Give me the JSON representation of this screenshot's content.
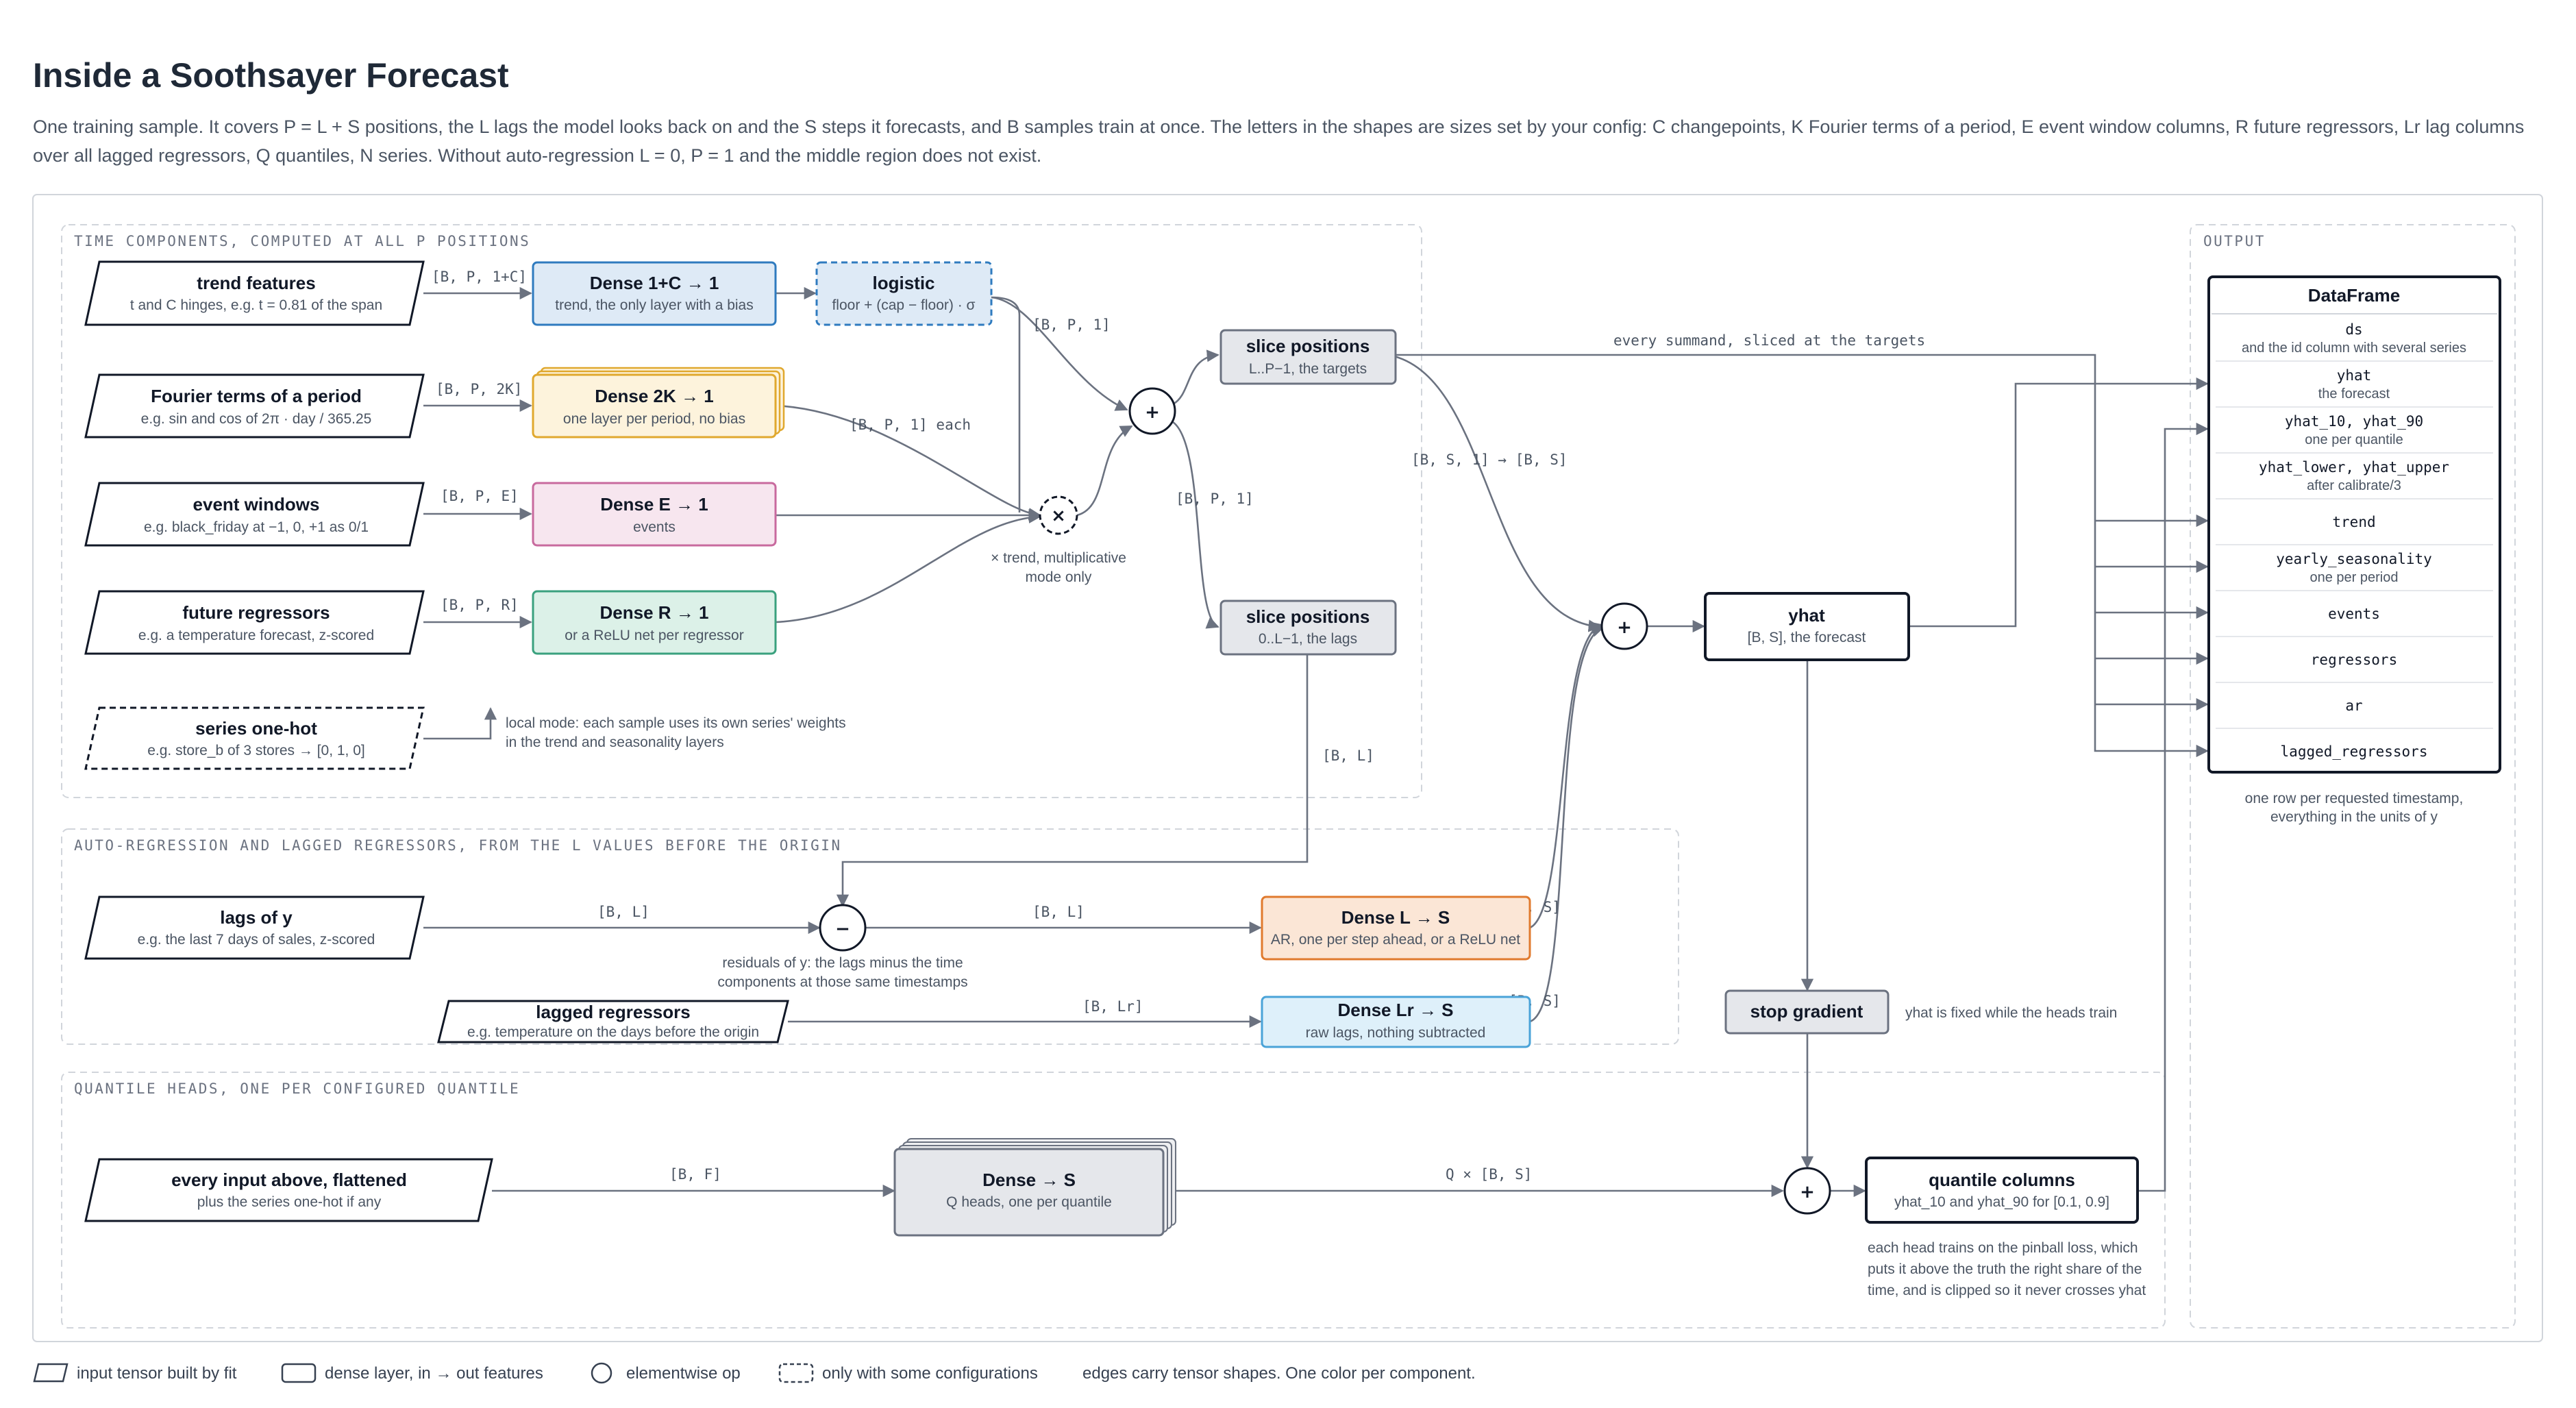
{
  "title": "Inside a Soothsayer Forecast",
  "intro": [
    "One training sample. It covers P = L + S positions, the L lags the model looks back on and the S steps it forecasts, and B samples train at once. The letters in the shapes are sizes set by your config: C changepoints, K Fourier terms of a period, E event window columns, R future regressors, Lr lag columns",
    "over all lagged regressors, Q quantiles, N series. Without auto-regression L = 0, P = 1 and the middle region does not exist."
  ],
  "sections": {
    "time": "TIME COMPONENTS, COMPUTED AT ALL P POSITIONS",
    "ar": "AUTO-REGRESSION AND LAGGED REGRESSORS, FROM THE L VALUES BEFORE THE ORIGIN",
    "quantile": "QUANTILE HEADS, ONE PER CONFIGURED QUANTILE",
    "output": "OUTPUT"
  },
  "inputs": {
    "trend": {
      "title": "trend features",
      "sub": "t and C hinges, e.g. t = 0.81 of the span"
    },
    "fourier": {
      "title": "Fourier terms of a period",
      "sub": "e.g. sin and cos of 2π · day / 365.25"
    },
    "events": {
      "title": "event windows",
      "sub": "e.g. black_friday at −1, 0, +1 as 0/1"
    },
    "future": {
      "title": "future regressors",
      "sub": "e.g. a temperature forecast, z-scored"
    },
    "series": {
      "title": "series one-hot",
      "sub": "e.g. store_b of 3 stores → [0, 1, 0]"
    },
    "lags": {
      "title": "lags of y",
      "sub": "e.g. the last 7 days of sales, z-scored"
    },
    "lagged": {
      "title": "lagged regressors",
      "sub": "e.g. temperature on the days before the origin"
    },
    "flat": {
      "title": "every input above, flattened",
      "sub": "plus the series one-hot if any"
    }
  },
  "layers": {
    "trend": {
      "title": "Dense 1+C → 1",
      "sub": "trend, the only layer with a bias"
    },
    "logistic": {
      "title": "logistic",
      "sub": "floor + (cap − floor) · σ"
    },
    "fourier": {
      "title": "Dense 2K → 1",
      "sub": "one layer per period, no bias"
    },
    "events": {
      "title": "Dense E → 1",
      "sub": "events"
    },
    "future": {
      "title": "Dense R → 1",
      "sub": "or a ReLU net per regressor"
    },
    "slice_targets": {
      "title": "slice positions",
      "sub": "L..P−1, the targets"
    },
    "slice_lags": {
      "title": "slice positions",
      "sub": "0..L−1, the lags"
    },
    "ar": {
      "title": "Dense L → S",
      "sub": "AR, one per step ahead, or a ReLU net"
    },
    "lr": {
      "title": "Dense Lr → S",
      "sub": "raw lags, nothing subtracted"
    },
    "yhat": {
      "title": "yhat",
      "sub": "[B, S], the forecast"
    },
    "stopgrad": {
      "title": "stop gradient"
    },
    "heads": {
      "title": "Dense → S",
      "sub": "Q heads, one per quantile"
    },
    "qcols": {
      "title": "quantile columns",
      "sub": "yhat_10 and yhat_90 for [0.1, 0.9]"
    }
  },
  "ops": {
    "plus": "+",
    "times": "×",
    "minus": "−"
  },
  "edges": {
    "trend": "[B, P, 1+C]",
    "fourier": "[B, P, 2K]",
    "events": "[B, P, E]",
    "future": "[B, P, R]",
    "logistic_out": "[B, P, 1]",
    "fourier_out": "[B, P, 1] each",
    "slice_lags_in": "[B, P, 1]",
    "lags_out": "[B, L]",
    "lags_in": "[B, L]",
    "resid": "[B, L]",
    "lagged": "[B, Lr]",
    "ar_out": "[B, S]",
    "lr_out": "[B, S]",
    "targets_out": "[B, S, 1] → [B, S]",
    "summands": "every summand, sliced at the targets",
    "flat": "[B, F]",
    "heads_out": "Q × [B, S]"
  },
  "notes": {
    "times": [
      "× trend, multiplicative",
      "mode only"
    ],
    "local": [
      "local mode: each sample uses its own series' weights",
      "in the trend and seasonality layers"
    ],
    "resid": [
      "residuals of y: the lags minus the time",
      "components at those same timestamps"
    ],
    "stopgrad": "yhat is fixed while the heads train",
    "pinball": [
      "each head trains on the pinball loss, which",
      "puts it above the truth the right share of the",
      "time, and is clipped so it never crosses yhat"
    ],
    "df": [
      "one row per requested timestamp,",
      "everything in the units of y"
    ]
  },
  "dataframe": {
    "title": "DataFrame",
    "rows": [
      {
        "name": "ds",
        "sub": "and the id column with several series"
      },
      {
        "name": "yhat",
        "sub": "the forecast"
      },
      {
        "name": "yhat_10, yhat_90",
        "sub": "one per quantile"
      },
      {
        "name": "yhat_lower, yhat_upper",
        "sub": "after calibrate/3"
      },
      {
        "name": "trend",
        "sub": ""
      },
      {
        "name": "yearly_seasonality",
        "sub": "one per period"
      },
      {
        "name": "events",
        "sub": ""
      },
      {
        "name": "regressors",
        "sub": ""
      },
      {
        "name": "ar",
        "sub": ""
      },
      {
        "name": "lagged_regressors",
        "sub": ""
      }
    ]
  },
  "legend": {
    "input": "input tensor built by fit",
    "dense": "dense layer, in → out features",
    "op": "elementwise op",
    "config": "only with some configurations",
    "edges": "edges carry tensor shapes. One color per component."
  },
  "colors": {
    "trend": "#2f7bbf",
    "fourier": "#e0a82e",
    "events": "#c86a9e",
    "future": "#3aa17e",
    "ar": "#e07a2e",
    "lagged": "#4aa3d8",
    "neutral": "#6b7280"
  }
}
